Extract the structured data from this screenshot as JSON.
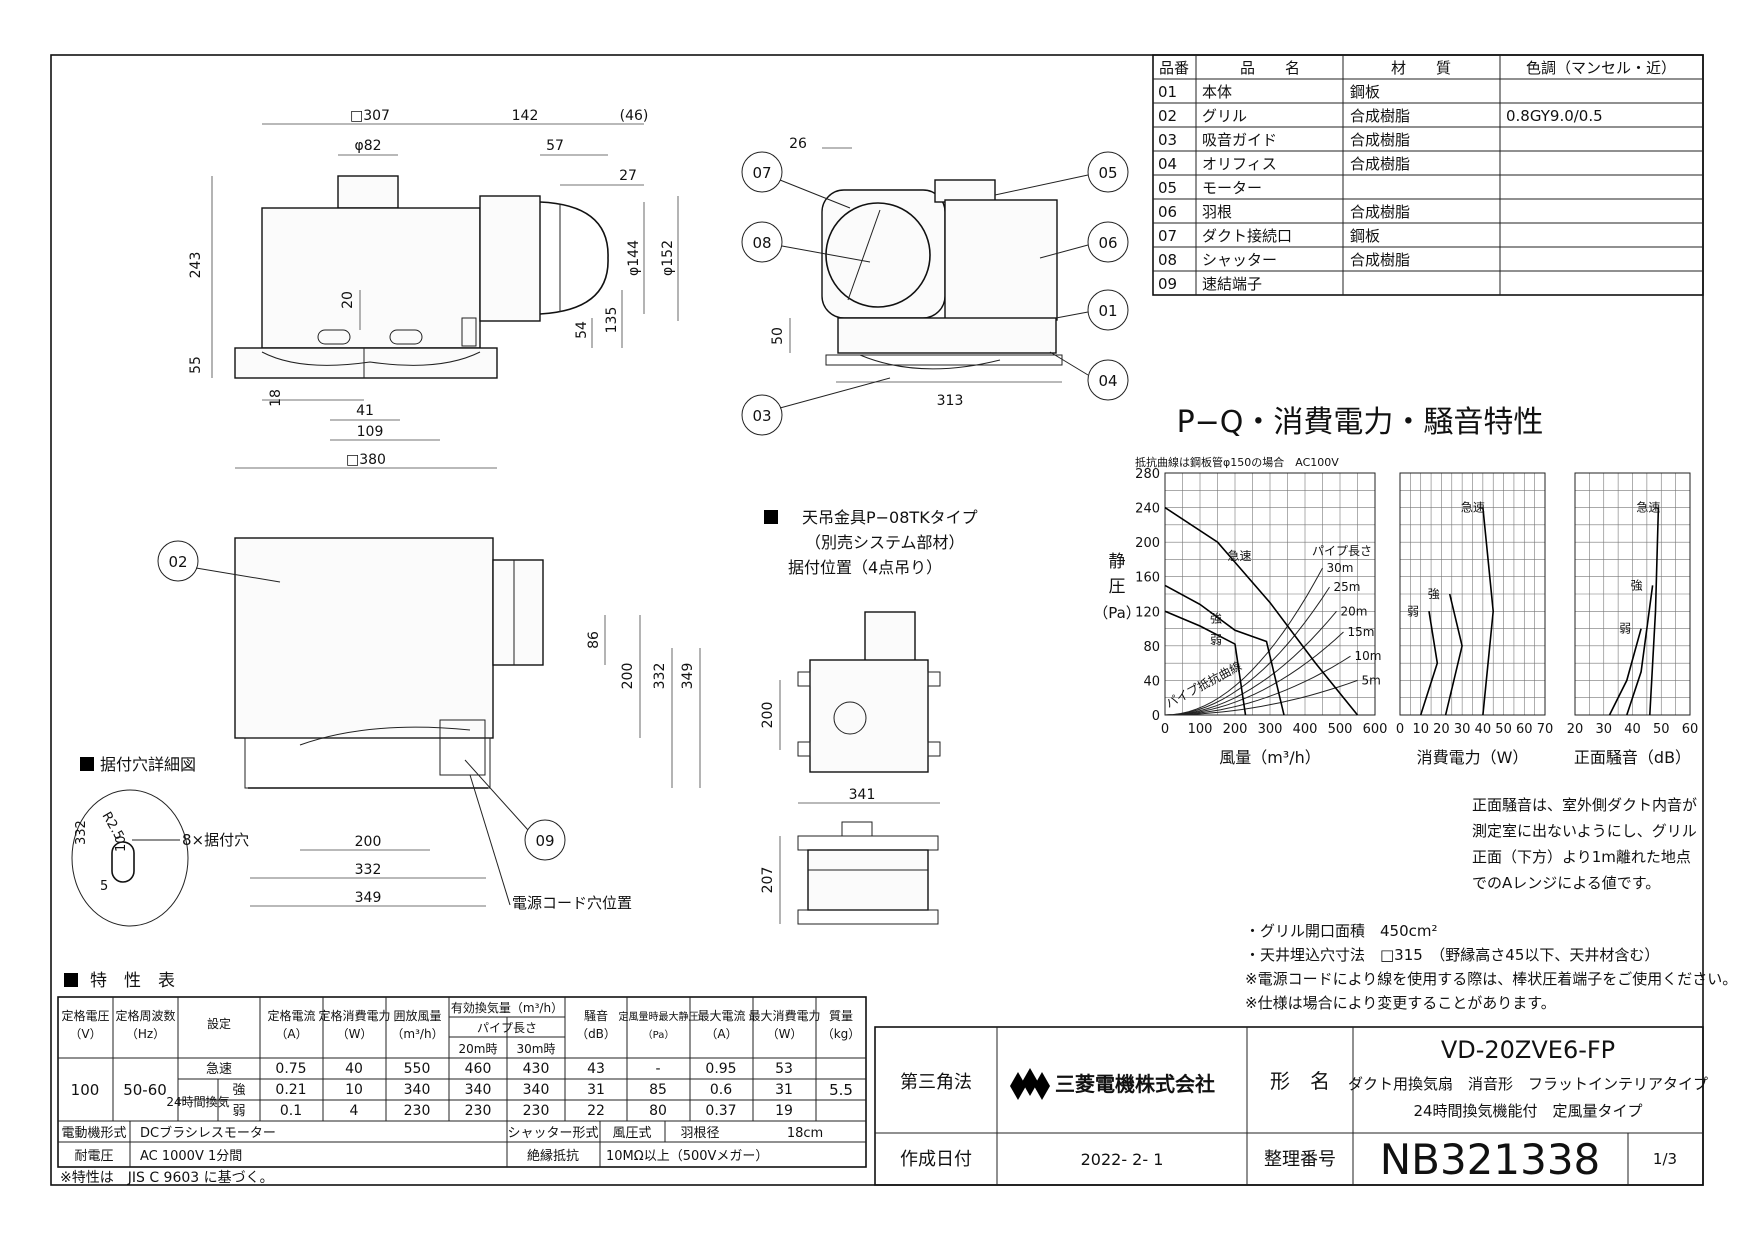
{
  "parts_table": {
    "headers": [
      "品番",
      "品　　名",
      "材　　質",
      "色調（マンセル・近）"
    ],
    "rows": [
      {
        "no": "01",
        "name": "本体",
        "material": "鋼板",
        "color": ""
      },
      {
        "no": "02",
        "name": "グリル",
        "material": "合成樹脂",
        "color": "0.8GY9.0/0.5"
      },
      {
        "no": "03",
        "name": "吸音ガイド",
        "material": "合成樹脂",
        "color": ""
      },
      {
        "no": "04",
        "name": "オリフィス",
        "material": "合成樹脂",
        "color": ""
      },
      {
        "no": "05",
        "name": "モーター",
        "material": "",
        "color": ""
      },
      {
        "no": "06",
        "name": "羽根",
        "material": "合成樹脂",
        "color": ""
      },
      {
        "no": "07",
        "name": "ダクト接続口",
        "material": "鋼板",
        "color": ""
      },
      {
        "no": "08",
        "name": "シャッター",
        "material": "合成樹脂",
        "color": ""
      },
      {
        "no": "09",
        "name": "速結端子",
        "material": "",
        "color": ""
      }
    ]
  },
  "front_view": {
    "dims": [
      "□307",
      "142",
      "(46)",
      "φ82",
      "57",
      "27",
      "243",
      "φ144",
      "φ152",
      "20",
      "54",
      "135",
      "55",
      "18",
      "41",
      "109",
      "□380"
    ]
  },
  "side_view": {
    "dims": [
      "26",
      "50",
      "313"
    ],
    "balloons": [
      "07",
      "08",
      "03",
      "05",
      "06",
      "01",
      "04"
    ]
  },
  "bottom_view": {
    "dims": [
      "86",
      "200",
      "332",
      "349",
      "200",
      "332",
      "349"
    ],
    "balloons": [
      "02",
      "09"
    ],
    "cord_label": "電源コード穴位置"
  },
  "hole_detail": {
    "title": "据付穴詳細図",
    "label": "8×据付穴",
    "dims": [
      "332",
      "R2.5",
      "10",
      "5"
    ]
  },
  "hanger": {
    "title": "天吊金具P−08TKタイプ",
    "line2": "（別売システム部材）",
    "line3": "据付位置（4点吊り）",
    "dims": [
      "200",
      "341",
      "207"
    ]
  },
  "chart_section": {
    "title": "P−Q・消費電力・騒音特性",
    "note": "抵抗曲線は鋼板管φ150の場合　AC100V",
    "ylabel_lines": [
      "静",
      "圧",
      "（Pa）"
    ]
  },
  "chart_data": [
    {
      "type": "line",
      "title": "",
      "xlabel": "風量（m³/h）",
      "ylabel": "静圧（Pa）",
      "xlim": [
        0,
        600
      ],
      "ylim": [
        0,
        280
      ],
      "x_ticks": [
        "0",
        "100",
        "200",
        "300",
        "400",
        "500",
        "600"
      ],
      "y_ticks": [
        "0",
        "40",
        "80",
        "120",
        "160",
        "200",
        "240",
        "280"
      ],
      "grid": true,
      "series": [
        {
          "name": "急速",
          "x": [
            0,
            150,
            300,
            430,
            550
          ],
          "y": [
            240,
            200,
            130,
            60,
            0
          ]
        },
        {
          "name": "強",
          "x": [
            0,
            100,
            200,
            290,
            340
          ],
          "y": [
            150,
            128,
            98,
            85,
            0
          ]
        },
        {
          "name": "弱",
          "x": [
            0,
            100,
            200,
            230
          ],
          "y": [
            120,
            103,
            82,
            0
          ]
        }
      ],
      "resistance_curves": [
        {
          "name": "30m",
          "x": [
            0,
            450
          ],
          "y": [
            0,
            170
          ]
        },
        {
          "name": "25m",
          "x": [
            0,
            470
          ],
          "y": [
            0,
            148
          ]
        },
        {
          "name": "20m",
          "x": [
            0,
            490
          ],
          "y": [
            0,
            120
          ]
        },
        {
          "name": "15m",
          "x": [
            0,
            510
          ],
          "y": [
            0,
            96
          ]
        },
        {
          "name": "10m",
          "x": [
            0,
            530
          ],
          "y": [
            0,
            68
          ]
        },
        {
          "name": "5m",
          "x": [
            0,
            550
          ],
          "y": [
            0,
            40
          ]
        }
      ],
      "annotations": [
        "パイプ長さ",
        "パイプ抵抗曲線",
        "急速",
        "強",
        "弱",
        "30m",
        "25m",
        "20m",
        "15m",
        "10m",
        "5m"
      ]
    },
    {
      "type": "line",
      "title": "",
      "xlabel": "消費電力（W）",
      "xlim": [
        0,
        70
      ],
      "ylim": [
        0,
        280
      ],
      "x_ticks": [
        "0",
        "10",
        "20",
        "30",
        "40",
        "50",
        "60",
        "70"
      ],
      "grid": true,
      "series": [
        {
          "name": "急速",
          "x": [
            40,
            45,
            40
          ],
          "y": [
            0,
            120,
            240
          ]
        },
        {
          "name": "強",
          "x": [
            22,
            30,
            24
          ],
          "y": [
            0,
            80,
            140
          ]
        },
        {
          "name": "弱",
          "x": [
            10,
            18,
            14
          ],
          "y": [
            0,
            60,
            120
          ]
        }
      ]
    },
    {
      "type": "line",
      "title": "",
      "xlabel": "正面騒音（dB）",
      "xlim": [
        20,
        60
      ],
      "ylim": [
        0,
        280
      ],
      "x_ticks": [
        "20",
        "30",
        "40",
        "50",
        "60"
      ],
      "grid": true,
      "series": [
        {
          "name": "急速",
          "x": [
            46,
            48,
            49
          ],
          "y": [
            0,
            120,
            240
          ]
        },
        {
          "name": "強",
          "x": [
            38,
            43,
            47
          ],
          "y": [
            0,
            50,
            150
          ]
        },
        {
          "name": "弱",
          "x": [
            32,
            38,
            43
          ],
          "y": [
            0,
            40,
            100
          ]
        }
      ]
    }
  ],
  "noise_note": [
    "正面騒音は、室外側ダクト内音が",
    "測定室に出ないようにし、グリル",
    "正面（下方）より1m離れた地点",
    "でのAレンジによる値です。"
  ],
  "notes": [
    "・グリル開口面積　450cm²",
    "・天井埋込穴寸法　□315　（野縁高さ45以下、天井材含む）",
    "※電源コードにより線を使用する際は、棒状圧着端子をご使用ください。",
    "※仕様は場合により変更することがあります。"
  ],
  "spec_table": {
    "title": "特　性　表",
    "headers": [
      "定格電圧（V）",
      "定格周波数（Hz）",
      "設定",
      "定格電流（A）",
      "定格消費電力（W）",
      "囲放風量（m³/h）",
      "有効換気量（m³/h）",
      "騒音（dB）",
      "定風量時最大静圧（Pa）",
      "最大電流（A）",
      "最大消費電力（W）",
      "質量（kg）"
    ],
    "pipe_header": "パイプ長さ",
    "pipe_cols": [
      "20m時",
      "30m時"
    ],
    "voltage": "100",
    "freq": "50-60",
    "mass": "5.5",
    "mode_24h": "24時間換気",
    "rows": [
      {
        "mode": "急速",
        "current": "0.75",
        "power": "40",
        "flow": "550",
        "p20": "460",
        "p30": "430",
        "noise": "43",
        "pressure": "-",
        "max_current": "0.95",
        "max_power": "53"
      },
      {
        "mode": "強",
        "current": "0.21",
        "power": "10",
        "flow": "340",
        "p20": "340",
        "p30": "340",
        "noise": "31",
        "pressure": "85",
        "max_current": "0.6",
        "max_power": "31"
      },
      {
        "mode": "弱",
        "current": "0.1",
        "power": "4",
        "flow": "230",
        "p20": "230",
        "p30": "230",
        "noise": "22",
        "pressure": "80",
        "max_current": "0.37",
        "max_power": "19"
      }
    ],
    "motor_label": "電動機形式",
    "motor_value": "DCブラシレスモーター",
    "shutter_label": "シャッター形式",
    "shutter_value": "風圧式",
    "blade_label": "羽根径",
    "blade_value": "18cm",
    "withstand_label": "耐電圧",
    "withstand_value": "AC 1000V 1分間",
    "insulation_label": "絶縁抵抗",
    "insulation_value": "10MΩ以上（500Vメガー）",
    "footnote": "※特性は　JIS C 9603 に基づく。"
  },
  "title_block": {
    "projection": "第三角法",
    "company": "三菱電機株式会社",
    "model_label": "形　名",
    "model": "VD-20ZVE6-FP",
    "desc1": "ダクト用換気扇　消音形　フラットインテリアタイプ",
    "desc2": "24時間換気機能付　定風量タイプ",
    "date_label": "作成日付",
    "date": "2022- 2- 1",
    "doc_label": "整理番号",
    "doc_no": "NB321338",
    "page": "1/3"
  }
}
